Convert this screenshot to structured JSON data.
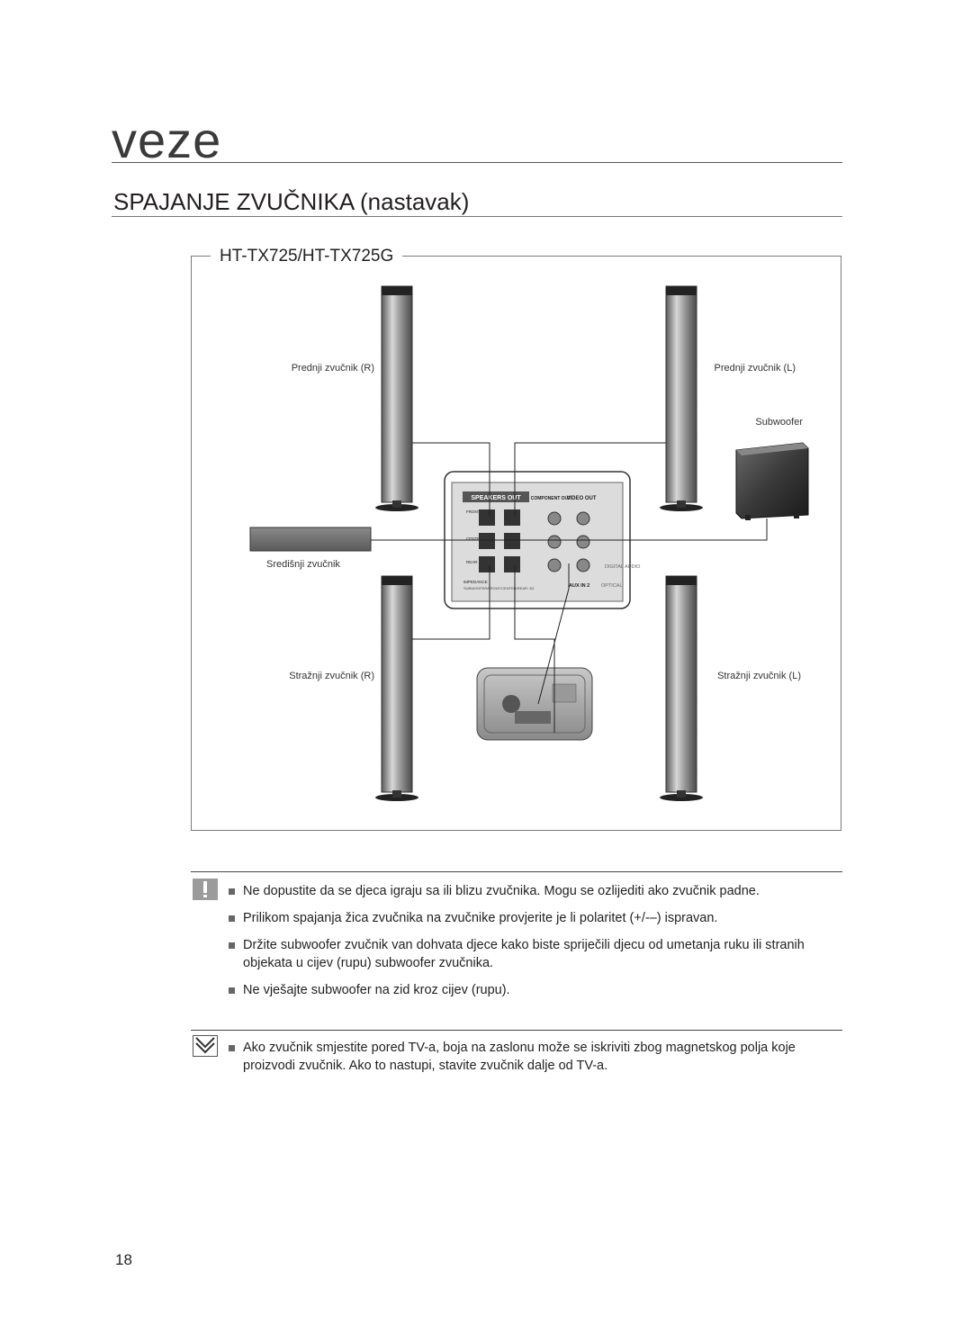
{
  "chapter": "veze",
  "section_title": "SPAJANJE ZVUČNIKA (nastavak)",
  "diagram": {
    "model": "HT-TX725/HT-TX725G",
    "labels": {
      "front_r": "Prednji zvučnik (R)",
      "front_l": "Prednji zvučnik (L)",
      "subwoofer": "Subwoofer",
      "center": "Središnji zvučnik",
      "rear_r": "Stražnji zvučnik (R)",
      "rear_l": "Stražnji zvučnik (L)"
    },
    "panel": {
      "speakers_out": "SPEAKERS OUT",
      "component_out": "COMPONENT OUT",
      "video_out": "VIDEO OUT",
      "front": "FRONT",
      "center": "CENTER",
      "rear": "REAR",
      "impedance": "IMPEDANCE",
      "sub_label": "SUBWOOFER/FRONT/CENTER/REAR: 3Ω",
      "digital_audio": "DIGITAL AUDIO",
      "aux_in": "AUX IN 2",
      "optical": "OPTICAL"
    }
  },
  "caution": {
    "icon": "caution-icon",
    "items": [
      "Ne dopustite da se djeca igraju sa ili blizu zvučnika. Mogu se ozlijediti ako zvučnik padne.",
      "Prilikom spajanja žica zvučnika na zvučnike provjerite je li polaritet (+/-–) ispravan.",
      "Držite subwoofer zvučnik van dohvata djece kako biste spriječili djecu od umetanja ruku ili stranih objekata u cijev (rupu) subwoofer zvučnika.",
      "Ne vješajte subwoofer na zid kroz cijev (rupu)."
    ]
  },
  "memo": {
    "icon": "memo-icon",
    "items": [
      "Ako zvučnik smjestite pored TV-a, boja na zaslonu može se iskriviti zbog magnetskog polja koje proizvodi zvučnik. Ako to nastupi, stavite zvučnik dalje od TV-a."
    ]
  },
  "page_number": "18"
}
